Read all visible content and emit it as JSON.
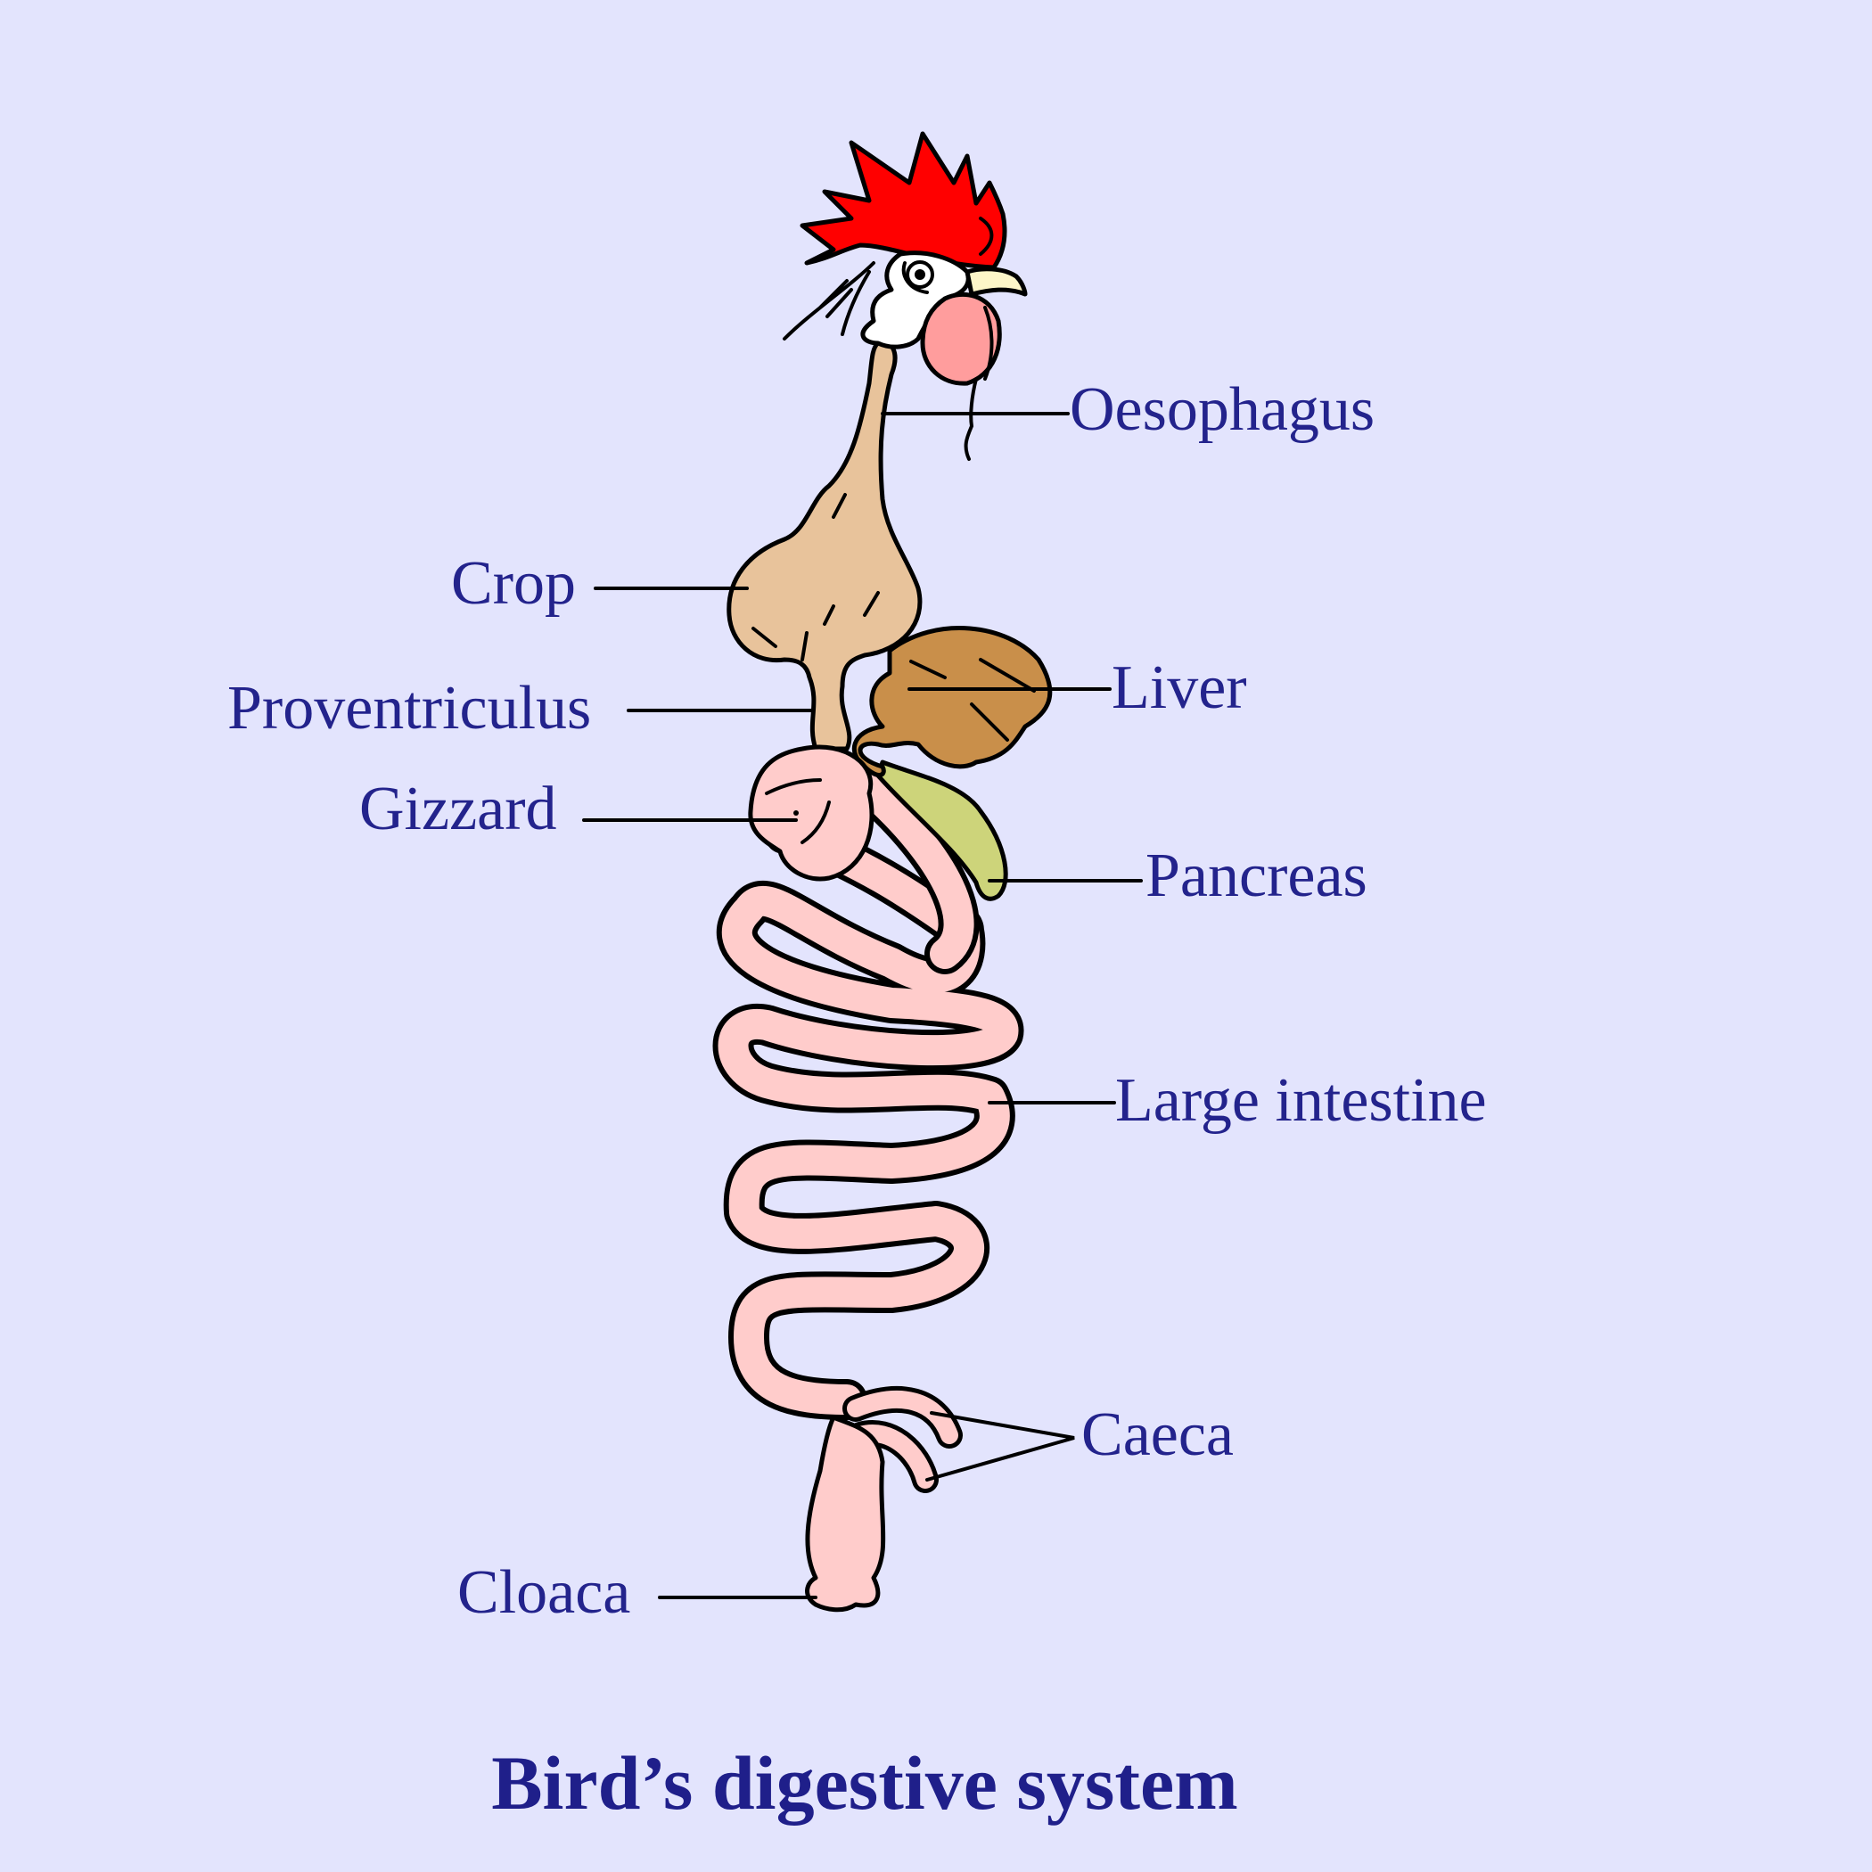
{
  "title": "Bird’s digestive system",
  "labels": {
    "oesophagus": "Oesophagus",
    "crop": "Crop",
    "proventriculus": "Proventriculus",
    "liver": "Liver",
    "gizzard": "Gizzard",
    "pancreas": "Pancreas",
    "large_intestine": "Large intestine",
    "caeca": "Caeca",
    "cloaca": "Cloaca"
  },
  "colors": {
    "background": "#e3e4fd",
    "label_text": "#23238c",
    "comb": "#ff0000",
    "wattle": "#ff9d9d",
    "beak": "#fdf6c8",
    "oesophagus_crop": "#e8c39b",
    "liver": "#c98f4a",
    "pancreas": "#cdd47a",
    "intestine": "#ffcccb"
  }
}
